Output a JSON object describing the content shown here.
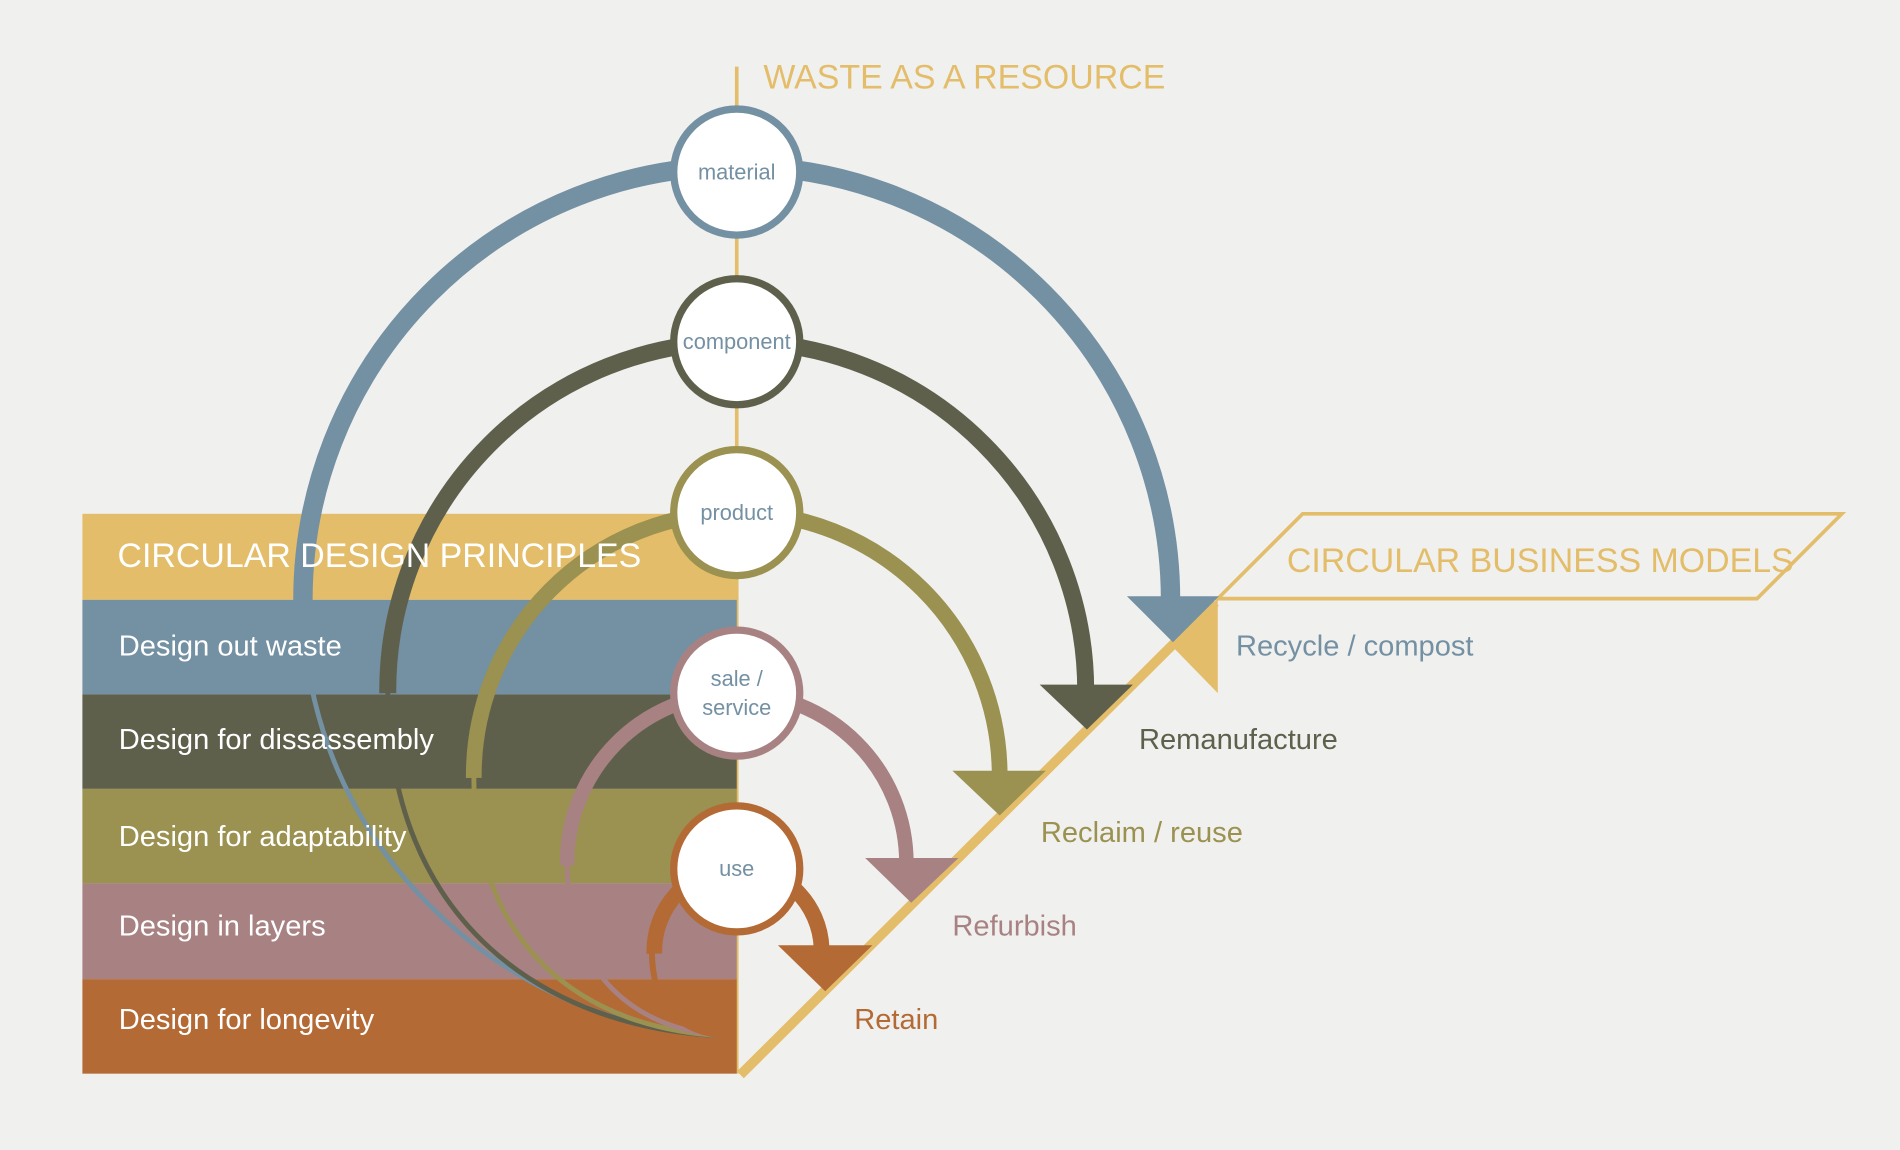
{
  "title": "WASTE AS A RESOURCE",
  "colors": {
    "background": "#f0f0ee",
    "yellow": "#e3bd6a",
    "blue": "#7490a3",
    "dark": "#5f604c",
    "olive": "#9b9150",
    "mauve": "#a88283",
    "orange": "#b46a35"
  },
  "principles": {
    "header": "CIRCULAR DESIGN PRINCIPLES",
    "items": [
      {
        "label": "Design out waste"
      },
      {
        "label": "Design for dissassembly"
      },
      {
        "label": "Design for adaptability"
      },
      {
        "label": "Design in layers"
      },
      {
        "label": "Design for longevity"
      }
    ]
  },
  "nodes": [
    {
      "label": "material"
    },
    {
      "label": "component"
    },
    {
      "label": "product"
    },
    {
      "label_line1": "sale /",
      "label_line2": "service"
    },
    {
      "label": "use"
    }
  ],
  "business_models": {
    "header": "CIRCULAR BUSINESS MODELS",
    "items": [
      {
        "label": "Recycle / compost"
      },
      {
        "label": "Remanufacture"
      },
      {
        "label": "Reclaim / reuse"
      },
      {
        "label": "Refurbish"
      },
      {
        "label": "Retain"
      }
    ]
  }
}
